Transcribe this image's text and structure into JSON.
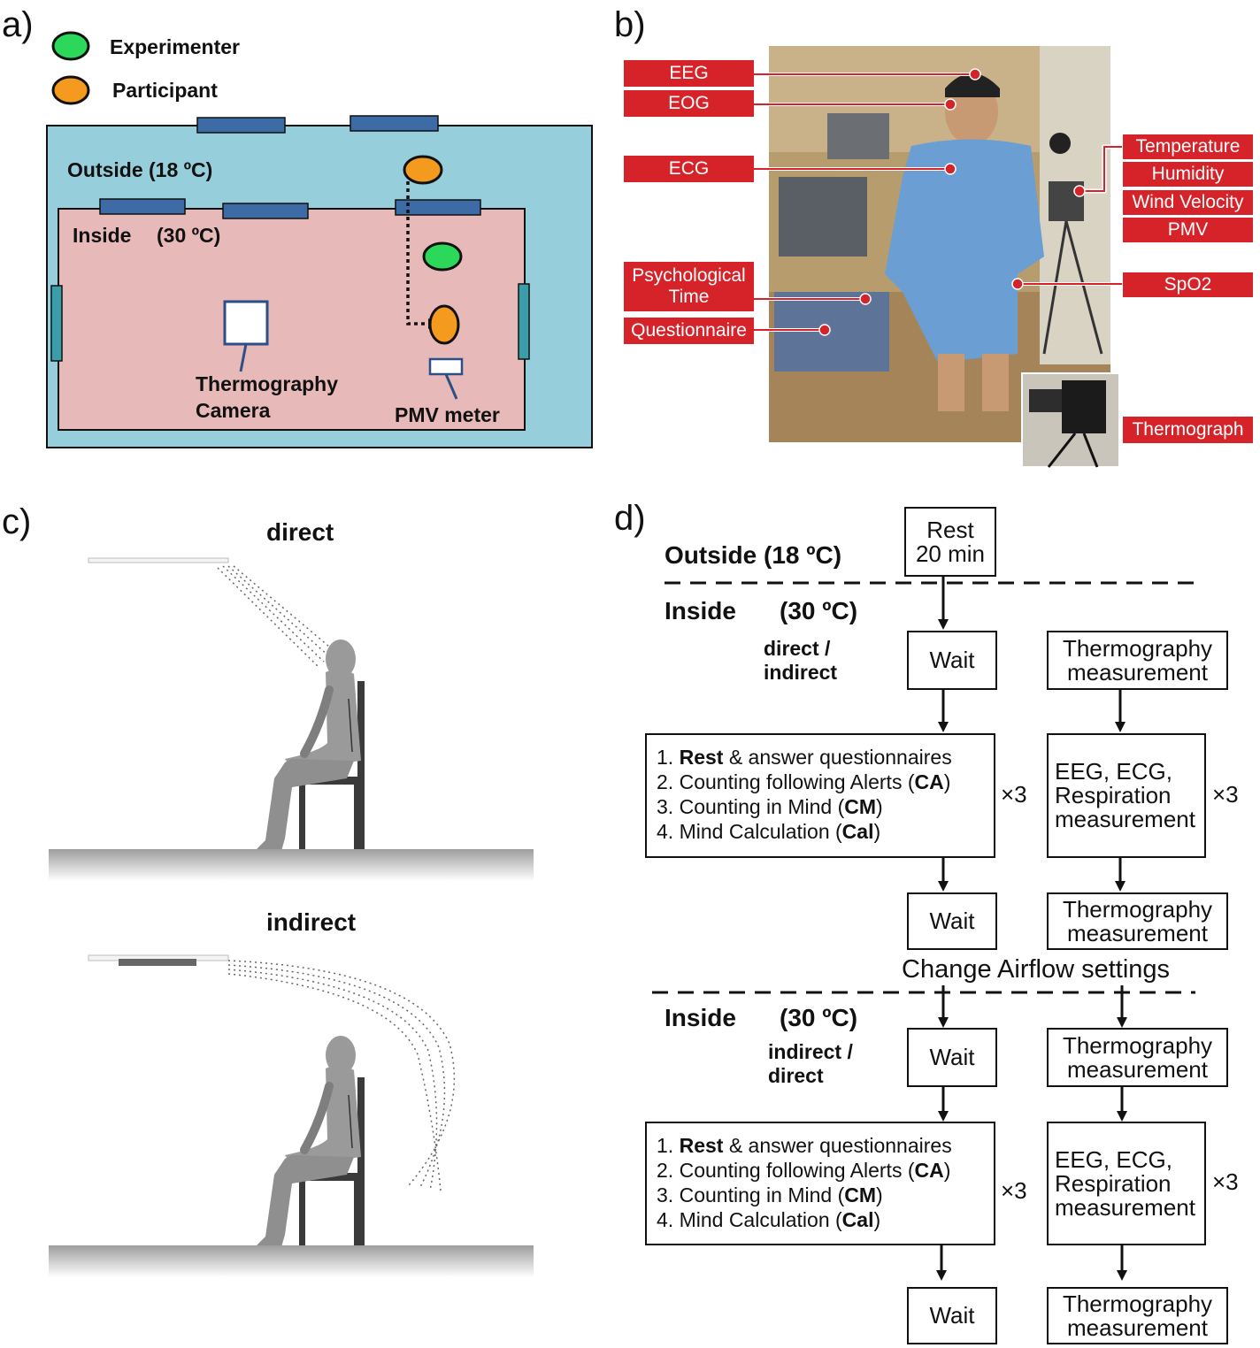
{
  "panels": {
    "a": "a)",
    "b": "b)",
    "c": "c)",
    "d": "d)"
  },
  "colors": {
    "experimenter": "#2bd85a",
    "participant": "#f49a1e",
    "outside_room": "#97cedb",
    "inside_room": "#e8b9b9",
    "window": "#3d6ba6",
    "door": "#3a9eaa",
    "tag_red": "#d6232a"
  },
  "panel_a": {
    "legend": {
      "experimenter": "Experimenter",
      "participant": "Participant"
    },
    "outside": "Outside (18 ºC)",
    "inside_word": "Inside",
    "inside_temp": "(30 ºC)",
    "camera_line1": "Thermography",
    "camera_line2": "Camera",
    "pmv": "PMV meter"
  },
  "panel_b": {
    "left_tags": [
      "EEG",
      "EOG",
      "ECG",
      "Psychological Time",
      "Questionnaire"
    ],
    "right_tags": [
      "Temperature",
      "Humidity",
      "Wind Velocity",
      "PMV",
      "SpO2",
      "Thermograph"
    ]
  },
  "panel_c": {
    "direct": "direct",
    "indirect": "indirect"
  },
  "panel_d": {
    "outside": "Outside (18 ºC)",
    "rest_line1": "Rest",
    "rest_line2": "20 min",
    "inside_word": "Inside",
    "inside_temp": "(30 ºC)",
    "cond1_line1": "direct /",
    "cond1_line2": "indirect",
    "cond2_line1": "indirect /",
    "cond2_line2": "direct",
    "wait": "Wait",
    "thermo_line1": "Thermography",
    "thermo_line2": "measurement",
    "step1_bold": "Rest",
    "step1_rest": " & answer questionnaires",
    "step2_pre": "Counting following Alerts (",
    "step2_bold": "CA",
    "step3_pre": "Counting in Mind (",
    "step3_bold": "CM",
    "step4_pre": "Mind Calculation (",
    "step4_bold": "Cal",
    "close_paren": ")",
    "n1": "1. ",
    "n2": "2. ",
    "n3": "3. ",
    "n4": "4. ",
    "meas_line1": "EEG, ECG,",
    "meas_line2": "Respiration",
    "meas_line3": "measurement",
    "times3": "×3",
    "change": "Change Airflow settings"
  }
}
